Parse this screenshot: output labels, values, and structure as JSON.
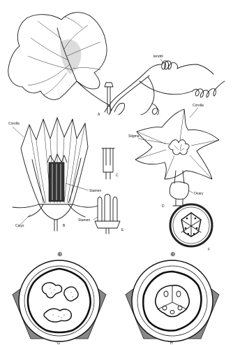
{
  "labels": {
    "tendril": "tendril",
    "corolla_left": "Corolla",
    "corolla_right": "Corolla",
    "stigma": "Stigma",
    "stamen_b": "Stamen",
    "stamen_e": "Stamen",
    "calyx": "Calyx",
    "ovary": "Ovary",
    "panel_a": "A",
    "panel_b": "B",
    "panel_c": "C",
    "panel_d": "D",
    "panel_e": "E",
    "panel_f": "F",
    "panel_g": "G",
    "panel_h": "H",
    "symbol_g": "⊕",
    "symbol_h": "⊕"
  }
}
